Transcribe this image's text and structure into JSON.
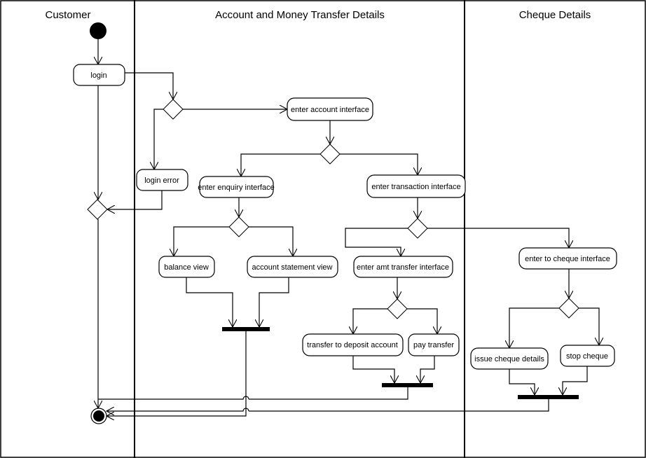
{
  "lanes": [
    "Customer",
    "Account and Money Transfer Details",
    "Cheque Details"
  ],
  "activities": {
    "login": "login",
    "login_error": "login error",
    "enter_account": "enter account interface",
    "enter_enquiry": "enter enquiry interface",
    "enter_transaction": "enter transaction interface",
    "balance_view": "balance view",
    "account_statement": "account statement view",
    "enter_amt_transfer": "enter amt transfer interface",
    "enter_cheque": "enter to cheque interface",
    "transfer_deposit": "transfer to deposit account",
    "pay_transfer": "pay transfer",
    "issue_cheque": "issue cheque details",
    "stop_cheque": "stop cheque"
  }
}
